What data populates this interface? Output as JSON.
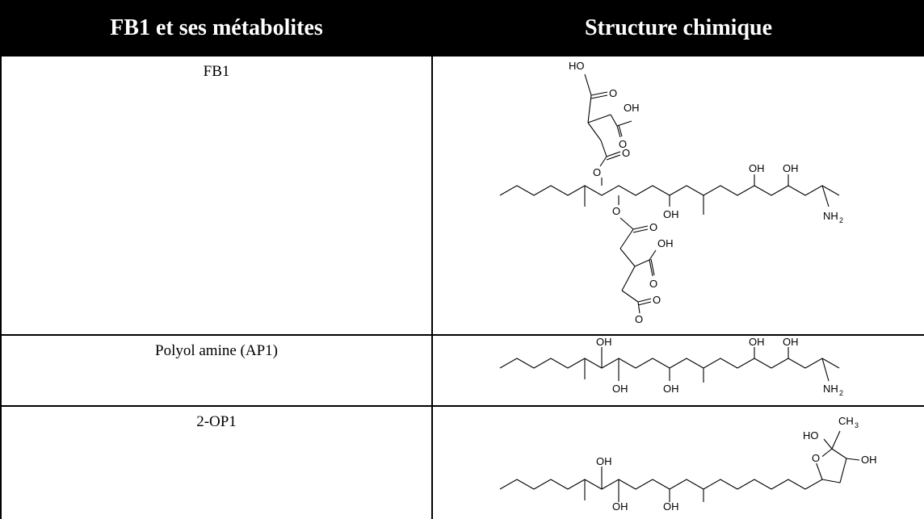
{
  "table": {
    "headers": [
      "FB1 et ses métabolites",
      "Structure chimique"
    ],
    "rows": [
      {
        "name": "FB1",
        "labels": {
          "oh": "OH",
          "ho": "HO",
          "o": "O",
          "nh": "NH",
          "sub2": "2"
        }
      },
      {
        "name": "Polyol amine (AP1)",
        "labels": {
          "oh": "OH",
          "nh": "NH",
          "sub2": "2"
        }
      },
      {
        "name": "2-OP1",
        "labels": {
          "oh": "OH",
          "ho": "HO",
          "o": "O",
          "ch": "CH",
          "sub3": "3"
        }
      }
    ]
  }
}
